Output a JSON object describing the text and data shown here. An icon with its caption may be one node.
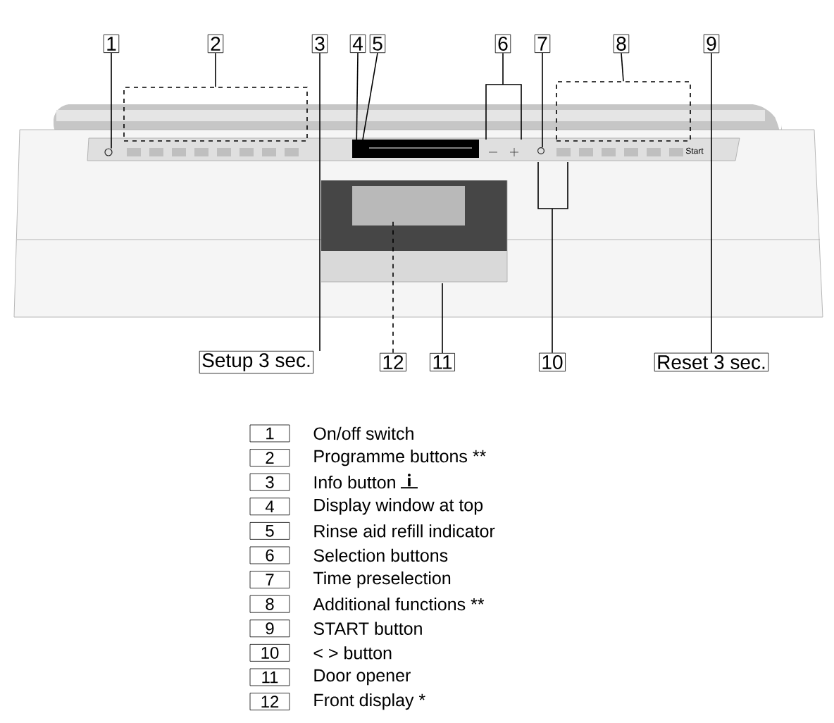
{
  "diagram": {
    "nodes": [
      {
        "text": [
          "1"
        ]
      },
      {
        "text": [
          "2"
        ]
      },
      {
        "text": [
          "3"
        ]
      },
      {
        "text": [
          "4"
        ]
      },
      {
        "text": [
          "5"
        ]
      },
      {
        "text": [
          "6"
        ]
      },
      {
        "text": [
          "7"
        ]
      },
      {
        "text": [
          "8"
        ]
      },
      {
        "text": [
          "9"
        ]
      },
      {
        "text": [],
        "shape": "box"
      },
      {
        "text": [],
        "shape": "box"
      },
      {
        "text": [
          "Setup 3 sec."
        ]
      },
      {
        "text": [
          "12"
        ]
      },
      {
        "text": [
          "11"
        ]
      },
      {
        "text": [
          "10"
        ]
      },
      {
        "text": [
          "Reset 3 sec."
        ]
      },
      {
        "text": [
          "1"
        ],
        "beside": [
          "On/off switch"
        ]
      },
      {
        "text": [
          "2"
        ],
        "beside": [
          "Programme buttons **"
        ]
      },
      {
        "text": [
          "3"
        ],
        "beside": [
          "Info button"
        ]
      },
      {
        "text": [
          "4"
        ],
        "beside": [
          "Display window at top"
        ]
      },
      {
        "text": [
          "5"
        ],
        "beside": [
          "Rinse aid refill indicator"
        ]
      },
      {
        "text": [
          "6"
        ],
        "beside": [
          "Selection buttons"
        ]
      },
      {
        "text": [
          "7"
        ],
        "beside": [
          "Time preselection"
        ]
      },
      {
        "text": [
          "8"
        ],
        "beside": [
          "Additional functions **"
        ]
      },
      {
        "text": [
          "9"
        ],
        "beside": [
          "START button"
        ]
      },
      {
        "text": [
          "10"
        ],
        "beside": [
          "< > button"
        ]
      },
      {
        "text": [
          "11"
        ],
        "beside": [
          "Door opener"
        ]
      },
      {
        "text": [
          "12"
        ],
        "beside": [
          "Front display *"
        ]
      },
      {
        "text": [],
        "shape": "circle"
      },
      {
        "text": [],
        "shape": "circle"
      }
    ],
    "edges": [
      {
        "from": 0,
        "to": 28,
        "arrow": "none"
      },
      {
        "from": 1,
        "to": 9,
        "arrow": "none"
      },
      {
        "from": 2,
        "to": 11,
        "arrow": "none"
      },
      {
        "from": 3,
        "to": null,
        "arrow": "none"
      },
      {
        "from": 4,
        "to": null,
        "arrow": "none"
      },
      {
        "from": 5,
        "to": null,
        "arrow": "none"
      },
      {
        "from": 6,
        "to": 29,
        "arrow": "none"
      },
      {
        "from": 7,
        "to": 10,
        "arrow": "none"
      },
      {
        "from": 8,
        "to": 15,
        "arrow": "none"
      },
      {
        "from": 14,
        "to": null,
        "arrow": "none"
      },
      {
        "from": 13,
        "to": null,
        "arrow": "none"
      },
      {
        "from": 12,
        "to": null,
        "arrow": "none",
        "style": "dashed"
      }
    ],
    "labels": [
      "Start"
    ]
  }
}
